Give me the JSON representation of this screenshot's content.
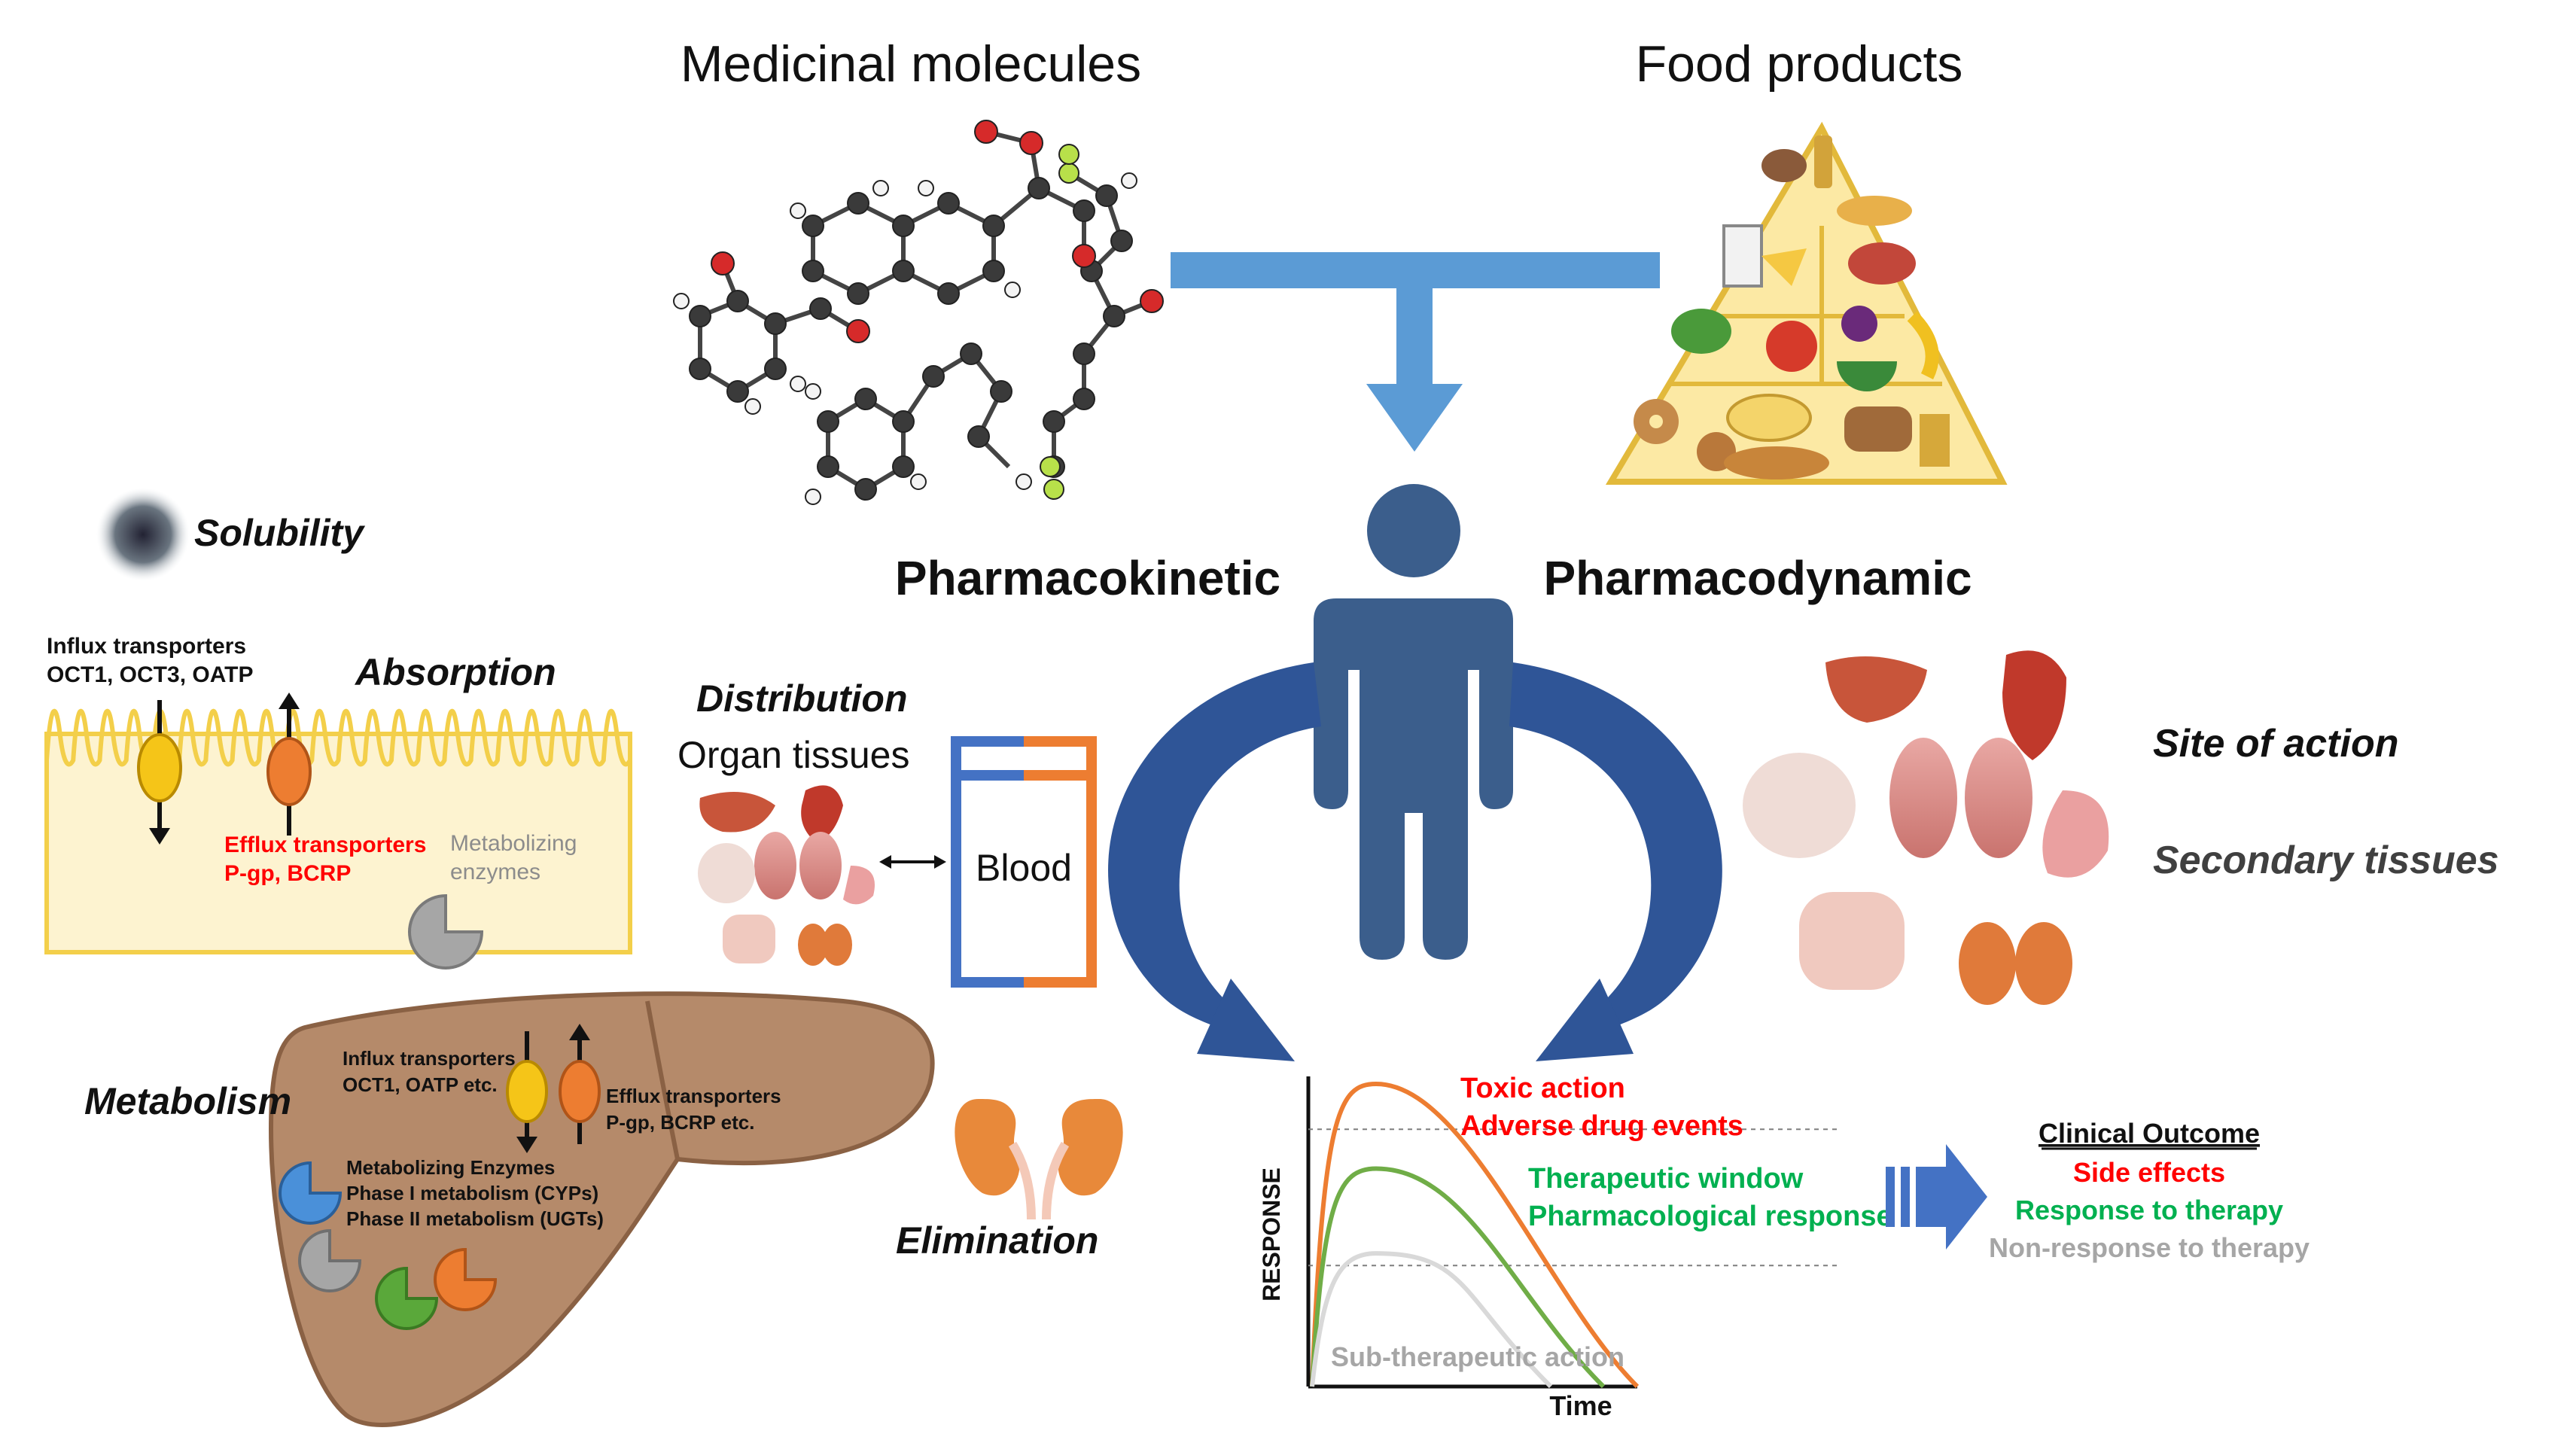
{
  "headings": {
    "medicinal": "Medicinal molecules",
    "food": "Food products",
    "pk": "Pharmacokinetic",
    "pd": "Pharmacodynamic"
  },
  "absorption": {
    "solubility": "Solubility",
    "title": "Absorption",
    "influx_line1": "Influx transporters",
    "influx_line2": "OCT1, OCT3, OATP",
    "efflux_line1": "Efflux transporters",
    "efflux_line2": "P-gp, BCRP",
    "metab_line1": "Metabolizing",
    "metab_line2": "enzymes"
  },
  "distribution": {
    "title": "Distribution",
    "organ_tissues": "Organ tissues",
    "blood": "Blood"
  },
  "metabolism": {
    "title": "Metabolism",
    "influx_line1": "Influx transporters",
    "influx_line2": "OCT1, OATP etc.",
    "efflux_line1": "Efflux transporters",
    "efflux_line2": "P-gp, BCRP etc.",
    "enz_line1": "Metabolizing Enzymes",
    "enz_line2": "Phase I metabolism (CYPs)",
    "enz_line3": "Phase II metabolism (UGTs)"
  },
  "elimination": {
    "title": "Elimination"
  },
  "pd_side": {
    "site": "Site of action",
    "secondary": "Secondary tissues"
  },
  "chart": {
    "toxic": "Toxic action",
    "adverse": "Adverse drug events",
    "window": "Therapeutic window",
    "pharm": "Pharmacological response",
    "sub": "Sub-therapeutic action",
    "ylabel": "RESPONSE",
    "xlabel": "Time"
  },
  "outcome": {
    "title": "Clinical Outcome",
    "side": "Side effects",
    "response": "Response to therapy",
    "nonresponse": "Non-response to therapy"
  },
  "colors": {
    "arrow_blue": "#5b9bd5",
    "dark_blue": "#2f5597",
    "person": "#3b5e8c",
    "orange": "#ed7d31",
    "green": "#70ad47",
    "red": "#ff0000",
    "gray": "#a6a6a6",
    "liver": "#b58a6a"
  },
  "chart_data": {
    "type": "line",
    "series": [
      {
        "color": "#ed7d31",
        "peak": 1.0,
        "decay_end": 0.0
      },
      {
        "color": "#70ad47",
        "peak": 0.72,
        "decay_end": 0.0
      },
      {
        "color": "#d9d9d9",
        "peak": 0.44,
        "decay_end": 0.0
      }
    ],
    "thresholds": [
      0.85,
      0.4
    ],
    "xlabel": "Time",
    "ylabel": "RESPONSE"
  }
}
